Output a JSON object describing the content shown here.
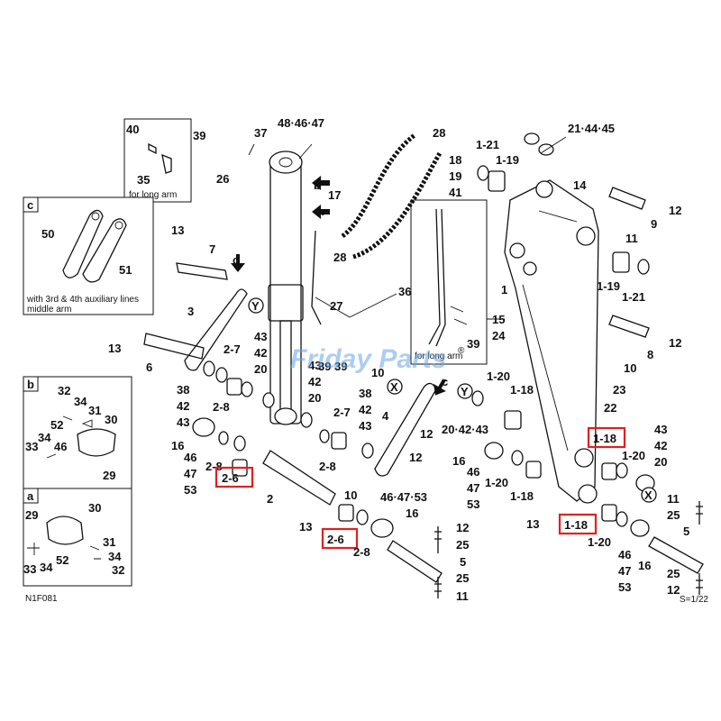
{
  "figure_code": "N1F081",
  "page_ref": "S=1/22",
  "watermark": "Friday Parts",
  "watermark_mark": "®",
  "highlight_color": "#e02020",
  "highlighted_parts": [
    "2-6",
    "2-6",
    "1-18",
    "1-18"
  ],
  "insets": {
    "c": {
      "letter": "c",
      "caption_line1": "with 3rd & 4th auxiliary lines",
      "caption_line2": "middle arm",
      "parts": [
        "50",
        "51"
      ]
    },
    "b": {
      "letter": "b",
      "parts": [
        "32",
        "34",
        "31",
        "52",
        "30",
        "33",
        "46",
        "29"
      ]
    },
    "a": {
      "letter": "a",
      "parts": [
        "30",
        "29",
        "31",
        "34",
        "52",
        "33",
        "34",
        "32"
      ]
    },
    "long_arm_top": {
      "caption": "for long arm",
      "parts": [
        "40",
        "35"
      ]
    },
    "long_arm_right": {
      "caption": "for long arm",
      "parts": [
        "36",
        "39"
      ]
    }
  },
  "callout_letters": {
    "x": "X",
    "y": "Y"
  },
  "labels": [
    "48·46·47",
    "39",
    "37",
    "26",
    "17",
    "b",
    "a",
    "28",
    "18",
    "19",
    "41",
    "28",
    "27",
    "36",
    "39",
    "39",
    "1-21",
    "1-19",
    "21·44·45",
    "14",
    "12",
    "9",
    "11",
    "1-19",
    "1-21",
    "1",
    "15",
    "24",
    "12",
    "8",
    "10",
    "23",
    "22",
    "1-18",
    "43",
    "42",
    "20",
    "1-20",
    "X",
    "Y",
    "1-20",
    "1-18",
    "20·42·43",
    "16",
    "46",
    "47",
    "53",
    "1-20",
    "1-18",
    "13",
    "1-18",
    "1-20",
    "11",
    "25",
    "5",
    "25",
    "12",
    "46",
    "47",
    "53",
    "16",
    "13",
    "7",
    "c",
    "Y",
    "3",
    "13",
    "6",
    "43",
    "42",
    "20",
    "2-7",
    "38",
    "42",
    "43",
    "2-8",
    "16",
    "46",
    "47",
    "53",
    "2-8",
    "2-6",
    "2",
    "43",
    "42",
    "20",
    "2-7",
    "38",
    "42",
    "43",
    "10",
    "X",
    "c",
    "4",
    "12",
    "2-8",
    "12",
    "10",
    "13",
    "2-6",
    "2-8",
    "46·47·53",
    "16",
    "12",
    "25",
    "5",
    "25",
    "11"
  ]
}
